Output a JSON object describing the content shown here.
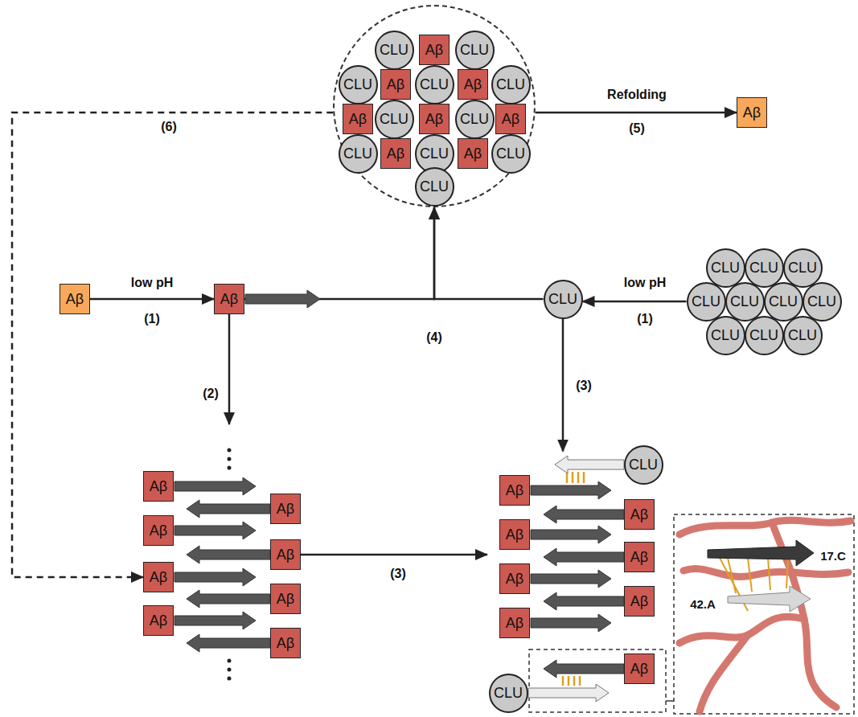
{
  "diagram": {
    "nodes": [
      {
        "text": []
      },
      {
        "text": [
          "CLU"
        ],
        "in": 0
      },
      {
        "text": [
          "Aβ"
        ],
        "in": 0
      },
      {
        "text": [
          "CLU"
        ],
        "in": 0
      },
      {
        "text": [
          "CLU"
        ],
        "in": 0
      },
      {
        "text": [
          "Aβ"
        ],
        "in": 0
      },
      {
        "text": [
          "CLU"
        ],
        "in": 0
      },
      {
        "text": [
          "Aβ"
        ],
        "in": 0
      },
      {
        "text": [
          "CLU"
        ],
        "in": 0
      },
      {
        "text": [
          "Aβ"
        ],
        "in": 0
      },
      {
        "text": [
          "CLU"
        ],
        "in": 0
      },
      {
        "text": [
          "Aβ"
        ],
        "in": 0
      },
      {
        "text": [
          "CLU"
        ],
        "in": 0
      },
      {
        "text": [
          "Aβ"
        ],
        "in": 0
      },
      {
        "text": [
          "CLU"
        ],
        "in": 0
      },
      {
        "text": [
          "Aβ"
        ],
        "in": 0
      },
      {
        "text": [
          "CLU"
        ],
        "in": 0
      },
      {
        "text": [
          "Aβ"
        ],
        "in": 0
      },
      {
        "text": [
          "CLU"
        ],
        "in": 0
      },
      {
        "text": [
          "CLU"
        ],
        "in": 0
      },
      {
        "text": [
          "Aβ"
        ]
      },
      {
        "text": [
          "Aβ"
        ]
      },
      {
        "text": [
          "Aβ"
        ]
      },
      {
        "text": [
          "CLU"
        ]
      },
      {
        "text": [
          "CLU"
        ]
      },
      {
        "text": [
          "CLU"
        ]
      },
      {
        "text": [
          "CLU"
        ]
      },
      {
        "text": [
          "CLU"
        ]
      },
      {
        "text": [
          "CLU"
        ]
      },
      {
        "text": [
          "CLU"
        ]
      },
      {
        "text": [
          "CLU"
        ]
      },
      {
        "text": [
          "CLU"
        ]
      },
      {
        "text": [
          "CLU"
        ]
      },
      {
        "text": [
          "CLU"
        ]
      },
      {
        "text": [
          "Aβ"
        ]
      },
      {
        "text": [
          "Aβ"
        ]
      },
      {
        "text": [
          "Aβ"
        ]
      },
      {
        "text": [
          "Aβ"
        ]
      },
      {
        "text": [
          "Aβ"
        ]
      },
      {
        "text": [
          "Aβ"
        ]
      },
      {
        "text": [
          "Aβ"
        ]
      },
      {
        "text": [
          "Aβ"
        ]
      },
      {
        "text": [
          "CLU"
        ]
      },
      {
        "text": [
          "Aβ"
        ]
      },
      {
        "text": [
          "Aβ"
        ]
      },
      {
        "text": [
          "Aβ"
        ]
      },
      {
        "text": [
          "Aβ"
        ]
      },
      {
        "text": [
          "Aβ"
        ]
      },
      {
        "text": [
          "Aβ"
        ]
      },
      {
        "text": [
          "Aβ"
        ]
      },
      {
        "text": [
          "Aβ"
        ]
      },
      {
        "text": [
          "CLU"
        ]
      }
    ],
    "edges": [
      {
        "from": 21,
        "to": 22,
        "arrow": "to",
        "label": "low pH"
      },
      {
        "from": 27,
        "to": 23,
        "arrow": "to",
        "label": "low pH"
      },
      {
        "from": 22,
        "to": 34,
        "arrow": "to"
      },
      {
        "from": 22,
        "to": 0,
        "arrow": "to"
      },
      {
        "from": 23,
        "to": 0,
        "arrow": "to"
      },
      {
        "from": 0,
        "to": 20,
        "arrow": "to",
        "label": "Refolding"
      },
      {
        "from": 0,
        "to": 38,
        "arrow": "to"
      },
      {
        "from": 37,
        "to": 47,
        "arrow": "to"
      },
      {
        "from": 23,
        "to": 42,
        "arrow": "to"
      }
    ],
    "labels": [
      "(1)",
      "(1)",
      "(2)",
      "(3)",
      "(3)",
      "(4)",
      "(5)",
      "(6)",
      "17.C",
      "42.A"
    ]
  }
}
